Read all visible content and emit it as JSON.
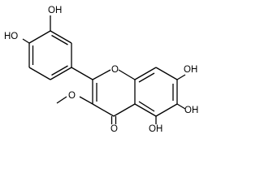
{
  "structure": {
    "atom_labels": {
      "oh_top": "OH",
      "ho_left": "HO",
      "ring_oxygen": "O",
      "oh_c7": "OH",
      "methoxy_oxygen": "O",
      "oh_c6": "OH",
      "carbonyl_oxygen": "O",
      "oh_c5": "OH"
    }
  }
}
